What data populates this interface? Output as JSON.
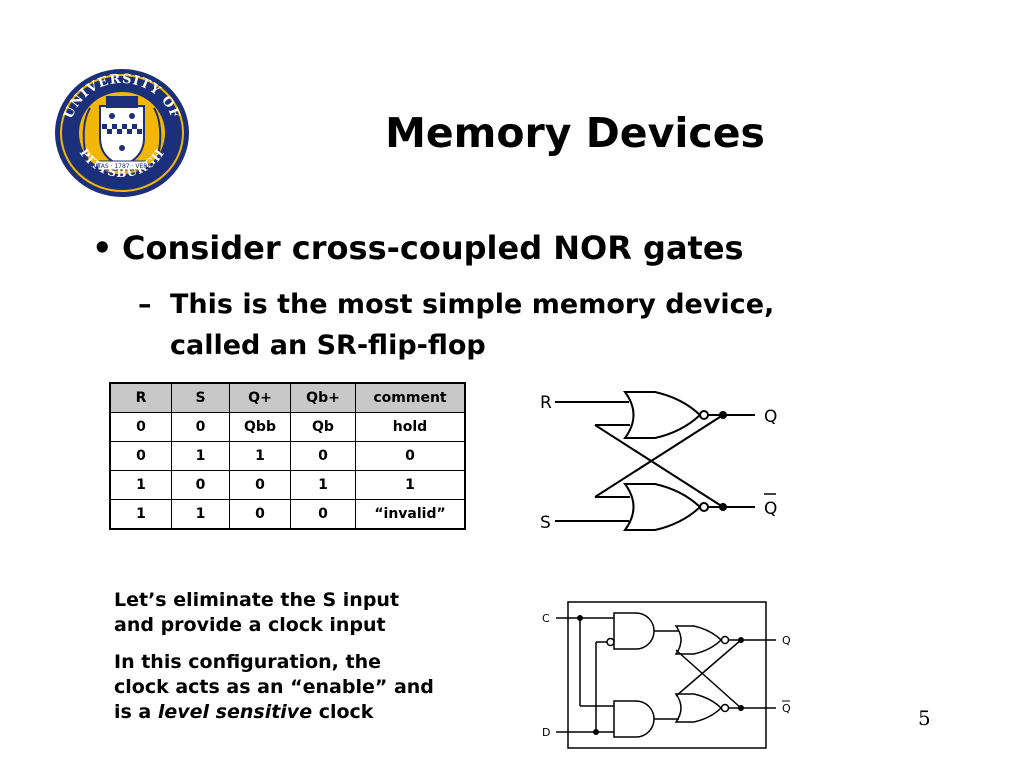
{
  "logo": {
    "text_top": "UNIVERSITY OF",
    "text_bottom": "PITTSBURGH",
    "banner": "VERITAS · 1787 · VERITAS",
    "colors": {
      "ring": "#1c2f7a",
      "gold": "#f2b705"
    }
  },
  "slide": {
    "title": "Memory Devices",
    "bullet": "Consider cross-coupled NOR gates",
    "sub_line1": "This is the most simple memory device,",
    "sub_line2": "called an SR-flip-flop",
    "page_number": "5"
  },
  "truth_table": {
    "headers": [
      "R",
      "S",
      "Q+",
      "Qb+",
      "comment"
    ],
    "rows": [
      [
        "0",
        "0",
        "Qbb",
        "Qb",
        "hold"
      ],
      [
        "0",
        "1",
        "1",
        "0",
        "0"
      ],
      [
        "1",
        "0",
        "0",
        "1",
        "1"
      ],
      [
        "1",
        "1",
        "0",
        "0",
        "“invalid”"
      ]
    ]
  },
  "sr_diagram": {
    "input_r": "R",
    "input_s": "S",
    "output_q": "Q",
    "output_qbar": "Q"
  },
  "notes": {
    "p1_line1": "Let’s eliminate the S input",
    "p1_line2": "and provide a clock input",
    "p2_line1": "In this configuration, the",
    "p2_line2": "clock acts as an “enable” and",
    "p2_line3_pre": "is a ",
    "p2_line3_em": "level sensitive",
    "p2_line3_post": " clock"
  },
  "clocked_diagram": {
    "input_c": "C",
    "input_d": "D",
    "output_q": "Q",
    "output_qbar": "Q"
  }
}
